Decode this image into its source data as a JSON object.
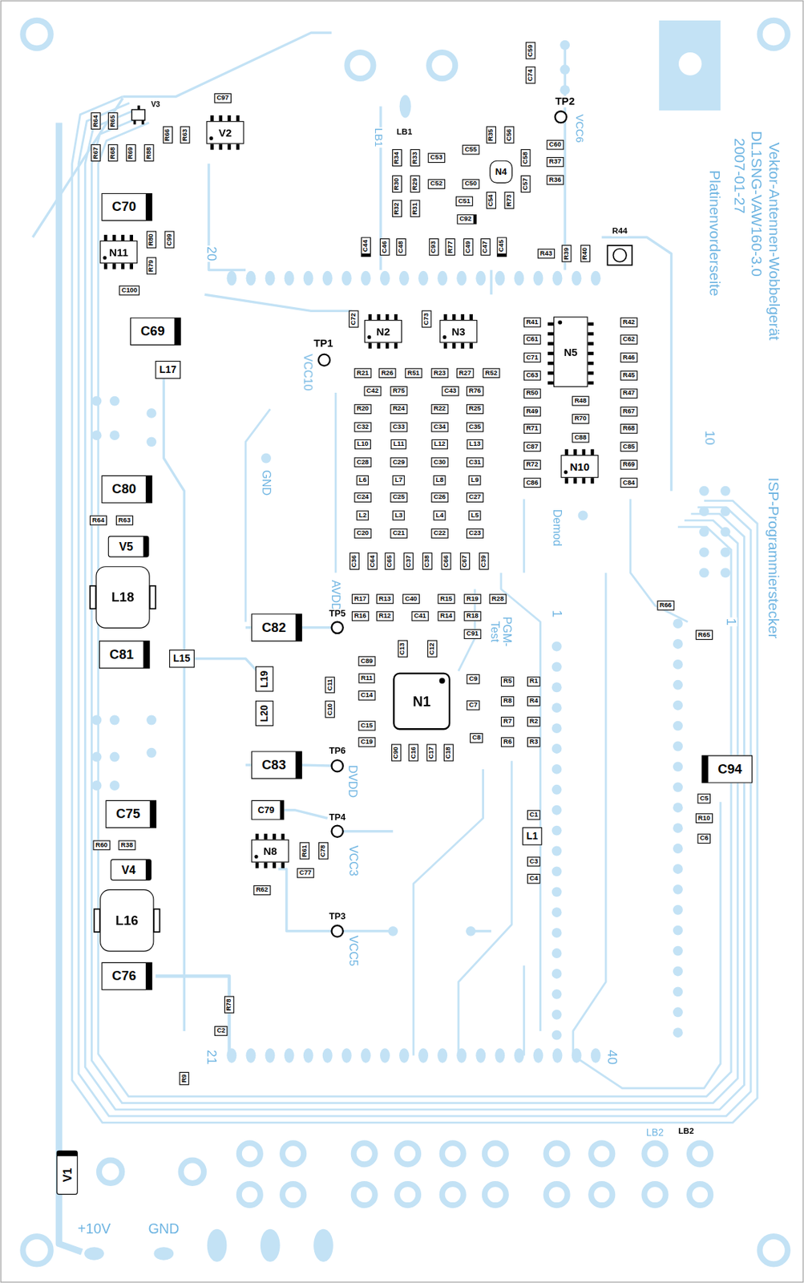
{
  "diagram": {
    "nodes": [
      {
        "text": [
          "C59"
        ]
      },
      {
        "text": [
          "C74"
        ]
      },
      {
        "text": [
          "C97"
        ]
      },
      {
        "text": [
          "R64"
        ]
      },
      {
        "text": [
          "R65"
        ]
      },
      {
        "text": [
          "R66"
        ]
      },
      {
        "text": [
          "R63"
        ]
      },
      {
        "text": [
          "V2"
        ]
      },
      {
        "text": [
          "R67"
        ]
      },
      {
        "text": [
          "R68"
        ]
      },
      {
        "text": [
          "R69"
        ]
      },
      {
        "text": [
          "R88"
        ]
      },
      {
        "text": [
          "R34"
        ]
      },
      {
        "text": [
          "R33"
        ]
      },
      {
        "text": [
          "C53"
        ]
      },
      {
        "text": [
          "C55"
        ]
      },
      {
        "text": [
          "R35"
        ]
      },
      {
        "text": [
          "C56"
        ]
      },
      {
        "text": [
          "C58"
        ]
      },
      {
        "text": [
          "C60"
        ]
      },
      {
        "text": [
          "R37"
        ]
      },
      {
        "text": [
          "N4"
        ]
      },
      {
        "text": [
          "R36"
        ]
      },
      {
        "text": [
          "R30"
        ]
      },
      {
        "text": [
          "R29"
        ]
      },
      {
        "text": [
          "C52"
        ]
      },
      {
        "text": [
          "C50"
        ]
      },
      {
        "text": [
          "C57"
        ]
      },
      {
        "text": [
          "C54"
        ]
      },
      {
        "text": [
          "R73"
        ]
      },
      {
        "text": [
          "C51"
        ]
      },
      {
        "text": [
          "R32"
        ]
      },
      {
        "text": [
          "R31"
        ]
      },
      {
        "text": [
          "C70"
        ]
      },
      {
        "text": [
          "C92"
        ]
      },
      {
        "text": [
          "R80"
        ]
      },
      {
        "text": [
          "C99"
        ]
      },
      {
        "text": [
          "N11"
        ]
      },
      {
        "text": [
          "R79"
        ]
      },
      {
        "text": [
          "C44"
        ]
      },
      {
        "text": [
          "C46"
        ]
      },
      {
        "text": [
          "C48"
        ]
      },
      {
        "text": [
          "C93"
        ]
      },
      {
        "text": [
          "R77"
        ]
      },
      {
        "text": [
          "C49"
        ]
      },
      {
        "text": [
          "C47"
        ]
      },
      {
        "text": [
          "C45"
        ]
      },
      {
        "text": [
          "R43"
        ]
      },
      {
        "text": [
          "R39"
        ]
      },
      {
        "text": [
          "R40"
        ]
      },
      {
        "text": [
          "C100"
        ]
      },
      {
        "text": [
          "C72"
        ]
      },
      {
        "text": [
          "N2"
        ]
      },
      {
        "text": [
          "C73"
        ]
      },
      {
        "text": [
          "N3"
        ]
      },
      {
        "text": [
          "R41"
        ]
      },
      {
        "text": [
          "N5"
        ]
      },
      {
        "text": [
          "R42"
        ]
      },
      {
        "text": [
          "C69"
        ]
      },
      {
        "text": [
          "C61"
        ]
      },
      {
        "text": [
          "C62"
        ]
      },
      {
        "text": [
          "C71"
        ]
      },
      {
        "text": [
          "R46"
        ]
      },
      {
        "text": [
          "L17"
        ]
      },
      {
        "text": [
          "R21"
        ]
      },
      {
        "text": [
          "R26"
        ]
      },
      {
        "text": [
          "R51"
        ]
      },
      {
        "text": [
          "R23"
        ]
      },
      {
        "text": [
          "R27"
        ]
      },
      {
        "text": [
          "R52"
        ]
      },
      {
        "text": [
          "C63"
        ]
      },
      {
        "text": [
          "R45"
        ]
      },
      {
        "text": [
          "C42"
        ]
      },
      {
        "text": [
          "R75"
        ]
      },
      {
        "text": [
          "C43"
        ]
      },
      {
        "text": [
          "R76"
        ]
      },
      {
        "text": [
          "R50"
        ]
      },
      {
        "text": [
          "R47"
        ]
      },
      {
        "text": [
          "R48"
        ]
      },
      {
        "text": [
          "R20"
        ]
      },
      {
        "text": [
          "R24"
        ]
      },
      {
        "text": [
          "R22"
        ]
      },
      {
        "text": [
          "R25"
        ]
      },
      {
        "text": [
          "R49"
        ]
      },
      {
        "text": [
          "R67"
        ]
      },
      {
        "text": [
          "R70"
        ]
      },
      {
        "text": [
          "C32"
        ]
      },
      {
        "text": [
          "C33"
        ]
      },
      {
        "text": [
          "C34"
        ]
      },
      {
        "text": [
          "C35"
        ]
      },
      {
        "text": [
          "R71"
        ]
      },
      {
        "text": [
          "R68"
        ]
      },
      {
        "text": [
          "C88"
        ]
      },
      {
        "text": [
          "L10"
        ]
      },
      {
        "text": [
          "L11"
        ]
      },
      {
        "text": [
          "L12"
        ]
      },
      {
        "text": [
          "L13"
        ]
      },
      {
        "text": [
          "C87"
        ]
      },
      {
        "text": [
          "C85"
        ]
      },
      {
        "text": [
          "C28"
        ]
      },
      {
        "text": [
          "C29"
        ]
      },
      {
        "text": [
          "C30"
        ]
      },
      {
        "text": [
          "C31"
        ]
      },
      {
        "text": [
          "R72"
        ]
      },
      {
        "text": [
          "N10"
        ]
      },
      {
        "text": [
          "R69"
        ]
      },
      {
        "text": [
          "L6"
        ]
      },
      {
        "text": [
          "L7"
        ]
      },
      {
        "text": [
          "L8"
        ]
      },
      {
        "text": [
          "L9"
        ]
      },
      {
        "text": [
          "C86"
        ]
      },
      {
        "text": [
          "C84"
        ]
      },
      {
        "text": [
          "C80"
        ]
      },
      {
        "text": [
          "C24"
        ]
      },
      {
        "text": [
          "C25"
        ]
      },
      {
        "text": [
          "C26"
        ]
      },
      {
        "text": [
          "C27"
        ]
      },
      {
        "text": [
          "L2"
        ]
      },
      {
        "text": [
          "L3"
        ]
      },
      {
        "text": [
          "L4"
        ]
      },
      {
        "text": [
          "L5"
        ]
      },
      {
        "text": [
          "R64"
        ]
      },
      {
        "text": [
          "R63"
        ]
      },
      {
        "text": [
          "C20"
        ]
      },
      {
        "text": [
          "C21"
        ]
      },
      {
        "text": [
          "C22"
        ]
      },
      {
        "text": [
          "C23"
        ]
      },
      {
        "text": [
          "V5"
        ]
      },
      {
        "text": [
          "C36"
        ]
      },
      {
        "text": [
          "C64"
        ]
      },
      {
        "text": [
          "C65"
        ]
      },
      {
        "text": [
          "C37"
        ]
      },
      {
        "text": [
          "C38"
        ]
      },
      {
        "text": [
          "C66"
        ]
      },
      {
        "text": [
          "C67"
        ]
      },
      {
        "text": [
          "C39"
        ]
      },
      {
        "text": [
          "L18"
        ]
      },
      {
        "text": [
          "R17"
        ]
      },
      {
        "text": [
          "R13"
        ]
      },
      {
        "text": [
          "C40"
        ]
      },
      {
        "text": [
          "R15"
        ]
      },
      {
        "text": [
          "R19"
        ]
      },
      {
        "text": [
          "R28"
        ]
      },
      {
        "text": [
          "R66"
        ]
      },
      {
        "text": [
          "R16"
        ]
      },
      {
        "text": [
          "R12"
        ]
      },
      {
        "text": [
          "C41"
        ]
      },
      {
        "text": [
          "R14"
        ]
      },
      {
        "text": [
          "R18"
        ]
      },
      {
        "text": [
          "C82"
        ]
      },
      {
        "text": [
          "C91"
        ]
      },
      {
        "text": [
          "R65"
        ]
      },
      {
        "text": [
          "C13"
        ]
      },
      {
        "text": [
          "C12"
        ]
      },
      {
        "text": [
          "C81"
        ]
      },
      {
        "text": [
          "L15"
        ]
      },
      {
        "text": [
          "C89"
        ]
      },
      {
        "text": [
          "L19"
        ]
      },
      {
        "text": [
          "R11"
        ]
      },
      {
        "text": [
          "C9"
        ]
      },
      {
        "text": [
          "R5"
        ]
      },
      {
        "text": [
          "R1"
        ]
      },
      {
        "text": [
          "C11"
        ]
      },
      {
        "text": [
          "C14"
        ]
      },
      {
        "text": [
          "N1"
        ]
      },
      {
        "text": [
          "R8"
        ]
      },
      {
        "text": [
          "R4"
        ]
      },
      {
        "text": [
          "C7"
        ]
      },
      {
        "text": [
          "C10"
        ]
      },
      {
        "text": [
          "L20"
        ]
      },
      {
        "text": [
          "R7"
        ]
      },
      {
        "text": [
          "R2"
        ]
      },
      {
        "text": [
          "C15"
        ]
      },
      {
        "text": [
          "C8"
        ]
      },
      {
        "text": [
          "R6"
        ]
      },
      {
        "text": [
          "R3"
        ]
      },
      {
        "text": [
          "C19"
        ]
      },
      {
        "text": [
          "C90"
        ]
      },
      {
        "text": [
          "C16"
        ]
      },
      {
        "text": [
          "C17"
        ]
      },
      {
        "text": [
          "C18"
        ]
      },
      {
        "text": [
          "C83"
        ]
      },
      {
        "text": [
          "C94"
        ]
      },
      {
        "text": [
          "C5"
        ]
      },
      {
        "text": [
          "C79"
        ]
      },
      {
        "text": [
          "C75"
        ]
      },
      {
        "text": [
          "C1"
        ]
      },
      {
        "text": [
          "R10"
        ]
      },
      {
        "text": [
          "L1"
        ]
      },
      {
        "text": [
          "C6"
        ]
      },
      {
        "text": [
          "R60"
        ]
      },
      {
        "text": [
          "R38"
        ]
      },
      {
        "text": [
          "N8"
        ]
      },
      {
        "text": [
          "R61"
        ]
      },
      {
        "text": [
          "C78"
        ]
      },
      {
        "text": [
          "C3"
        ]
      },
      {
        "text": [
          "V4"
        ]
      },
      {
        "text": [
          "C77"
        ]
      },
      {
        "text": [
          "C4"
        ]
      },
      {
        "text": [
          "R62"
        ]
      },
      {
        "text": [
          "L16"
        ]
      },
      {
        "text": [
          "C76"
        ]
      },
      {
        "text": [
          "R78"
        ]
      },
      {
        "text": [
          "C2"
        ]
      },
      {
        "text": [
          "R9"
        ]
      },
      {
        "text": [
          "V1"
        ]
      }
    ],
    "labels": [
      "Vektor-Antennen-Wobbelgerät",
      "DL1SNG-VAW160-3.0",
      "2007-01-27",
      "Platinenvorderseite",
      "ISP-Programmierstecker",
      "V3",
      "TP2",
      "VCC6",
      "LB1",
      "LB1",
      "R44",
      "20",
      "TP1",
      "VCC10",
      "10",
      "GND",
      "Demod",
      "AVDD",
      "1",
      "PGM- Test",
      "TP5",
      "1",
      "TP6",
      "DVDD",
      "TP4",
      "VCC3",
      "TP3",
      "VCC5",
      "21",
      "40",
      "LB2",
      "LB2",
      "+10V",
      "GND"
    ]
  }
}
